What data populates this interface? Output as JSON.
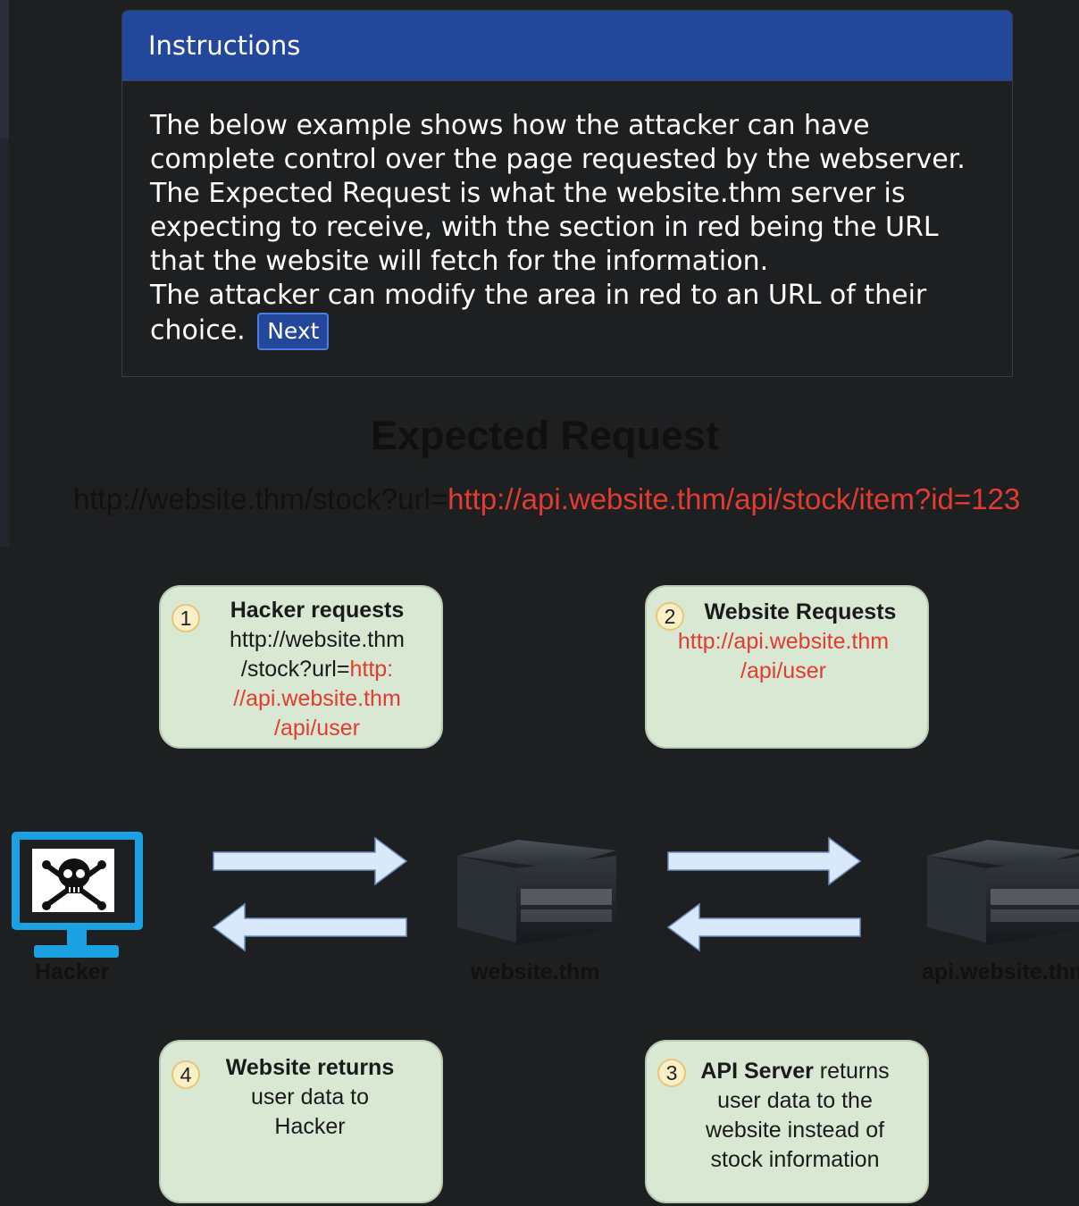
{
  "panel": {
    "title": "Instructions",
    "paragraphs": [
      "The below example shows how the attacker can have complete control over the page requested by the webserver.",
      "The Expected Request is what the website.thm server is expecting to receive, with the section in red being the URL that the website will fetch for the information.",
      "The attacker can modify the area in red to an URL of their choice."
    ],
    "next_label": "Next"
  },
  "expected": {
    "title": "Expected Request",
    "url_base": "http://website.thm/stock?url=",
    "url_red": "http://api.website.thm/api/stock/item?id=123"
  },
  "steps": {
    "s1": {
      "num": "1",
      "title": "Hacker requests",
      "line1": "http://website.thm",
      "line2_black": "/stock?url=",
      "line2_red": "http:",
      "line3": "//api.website.thm",
      "line4": "/api/user"
    },
    "s2": {
      "num": "2",
      "title": "Website Requests",
      "line1": "http://api.website.thm",
      "line2": "/api/user"
    },
    "s3": {
      "num": "3",
      "title_bold": "API Server",
      "title_rest": " returns",
      "line1": "user data to the",
      "line2": "website instead of",
      "line3": "stock information"
    },
    "s4": {
      "num": "4",
      "title": "Website returns",
      "line1": "user data to",
      "line2": "Hacker"
    }
  },
  "diagram": {
    "hacker_label": "Hacker",
    "website_label": "website.thm",
    "api_label": "api.website.thm",
    "colors": {
      "monitor": "#1ba1e2",
      "arrow_fill": "#dae8fc",
      "arrow_stroke": "#6c8ebf",
      "red_text": "#e23b30",
      "step_fill": "#d9e8d3",
      "panel_header": "#23479a"
    }
  }
}
